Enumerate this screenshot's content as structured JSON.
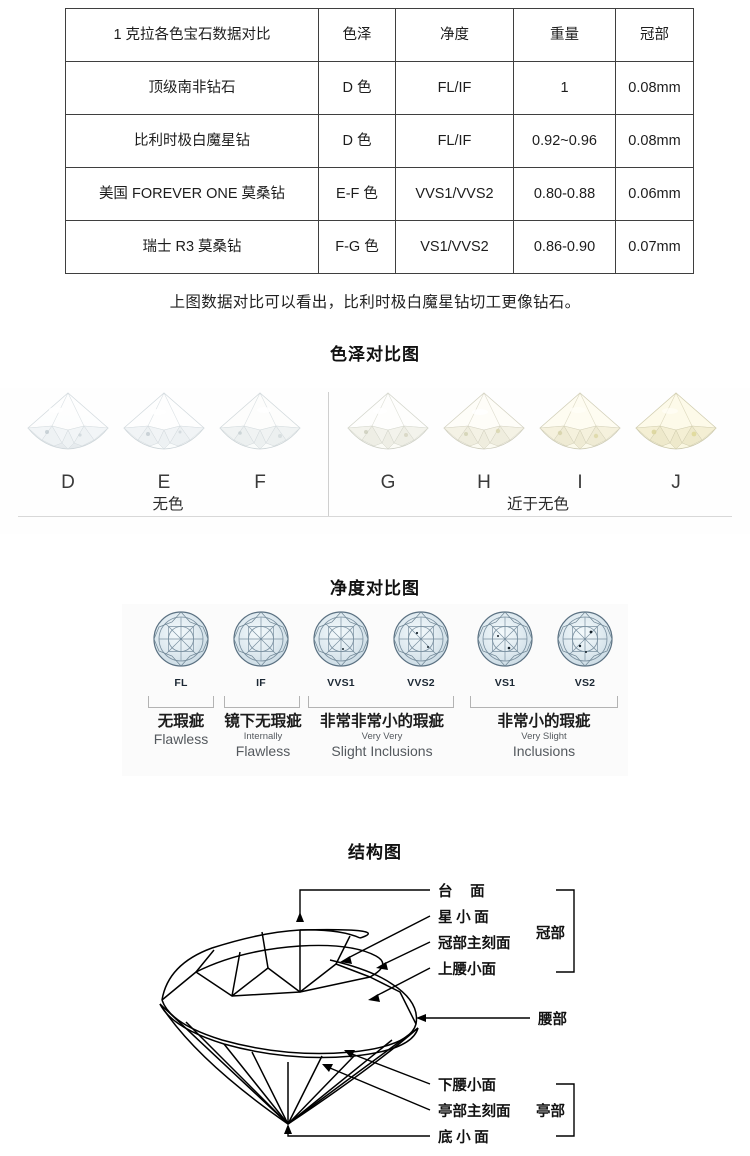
{
  "table": {
    "columns": [
      "1 克拉各色宝石数据对比",
      "色泽",
      "净度",
      "重量",
      "冠部"
    ],
    "rows": [
      {
        "name": "顶级南非钻石",
        "color": "D 色",
        "clarity": "FL/IF",
        "weight": "1",
        "crown": "0.08mm"
      },
      {
        "name": "比利时极白魔星钻",
        "color": "D 色",
        "clarity": "FL/IF",
        "weight": "0.92~0.96",
        "crown": "0.08mm"
      },
      {
        "name": "美国 FOREVER ONE 莫桑钻",
        "color": "E-F 色",
        "clarity": "VVS1/VVS2",
        "weight": "0.80-0.88",
        "crown": "0.06mm"
      },
      {
        "name": "瑞士 R3 莫桑钻",
        "color": "F-G 色",
        "clarity": "VS1/VVS2",
        "weight": "0.86-0.90",
        "crown": "0.07mm"
      }
    ]
  },
  "caption": "上图数据对比可以看出，比利时极白魔星钻切工更像钻石。",
  "color_section": {
    "title": "色泽对比图",
    "groups": [
      {
        "name": "无色",
        "grades": [
          "D",
          "E",
          "F"
        ]
      },
      {
        "name": "近于无色",
        "grades": [
          "G",
          "H",
          "I",
          "J"
        ]
      }
    ]
  },
  "clarity_section": {
    "title": "净度对比图",
    "grades": [
      "FL",
      "IF",
      "VVS1",
      "VVS2",
      "VS1",
      "VS2"
    ],
    "descriptions": [
      {
        "zh": "无瑕疵",
        "en_small": "",
        "en_large": "Flawless"
      },
      {
        "zh": "镜下无瑕疵",
        "en_small": "Internally",
        "en_large": "Flawless"
      },
      {
        "zh": "非常非常小的瑕疵",
        "en_small": "Very Very",
        "en_large": "Slight Inclusions"
      },
      {
        "zh": "非常小的瑕疵",
        "en_small": "Very Slight",
        "en_large": "Inclusions"
      }
    ]
  },
  "structure_section": {
    "title": "结构图",
    "annotations": [
      {
        "label": "台 面",
        "id": "table-facet"
      },
      {
        "label": "星 小 面",
        "id": "star-facet"
      },
      {
        "label": "冠部主刻面",
        "id": "crown-main-facet"
      },
      {
        "label": "上腰小面",
        "id": "upper-girdle-facet"
      },
      {
        "label": "腰部",
        "id": "girdle"
      },
      {
        "label": "下腰小面",
        "id": "lower-girdle-facet"
      },
      {
        "label": "亭部主刻面",
        "id": "pavilion-main-facet"
      },
      {
        "label": "底 小 面",
        "id": "culet"
      }
    ],
    "groups": [
      {
        "label": "冠部",
        "id": "crown-group"
      },
      {
        "label": "亭部",
        "id": "pavilion-group"
      }
    ]
  },
  "colors": {
    "table_border": "#3f3f3f",
    "text": "#1a1a1a",
    "divider": "#cfcfcf",
    "gem_stroke": "#5b7182",
    "gem_fill": "#dfeaf0",
    "bracket": "#b3b3b3"
  }
}
